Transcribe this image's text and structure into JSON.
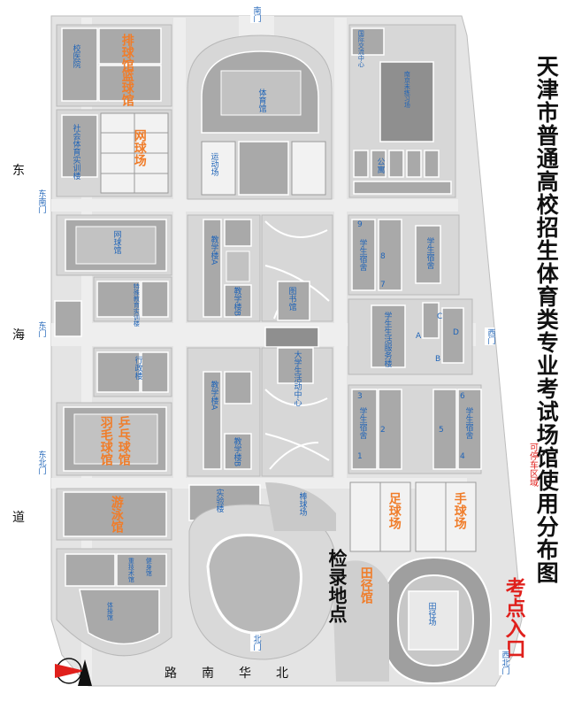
{
  "title": "天津市普通高校招生体育类专业考试场馆使用分布图",
  "exam_entrance": "考点入口",
  "parking": "可停车区域",
  "check_in": "检录地点",
  "roads": {
    "east": [
      "东",
      "海",
      "道"
    ],
    "south": [
      "北",
      "华",
      "南",
      "路"
    ]
  },
  "gates": {
    "south_gate": "南门",
    "east_north_gate": "东南门",
    "east_gate": "东门",
    "east_south_gate": "东北门",
    "west_gate": "西门",
    "north_gate": "北门",
    "west_north_gate": "西北门"
  },
  "venues_orange": {
    "volleyball": "排球馆",
    "basketball": "篮球馆",
    "tennis_court": "网球场",
    "table_tennis": "乒乓球馆",
    "badminton": "羽毛球馆",
    "swimming": "游泳馆",
    "track_hall": "田径馆",
    "football": "足球场",
    "handball": "手球场"
  },
  "labels_blue": {
    "campus_hospital": "校医院",
    "social_sports": "社会体育实训楼",
    "gym": "体育馆",
    "sports_field": "运动场",
    "intl_exchange": "国际交流中心",
    "training_field": "南京未练习场",
    "apartment": "公寓",
    "tennis_hall": "网球馆",
    "teaching_a1": "教学楼A",
    "teaching_b1": "教学楼B",
    "special_training": "特殊教育实训楼",
    "admin": "行政楼",
    "library": "图书馆",
    "student_center": "大学生活动中心",
    "teaching_a2": "教学楼A",
    "teaching_b2": "教学楼B",
    "student_service": "学生生活服务楼",
    "dorm_a": "学生宿舍",
    "dorm_b": "学生宿舍",
    "dorm_c": "学生宿舍",
    "dorm_d": "学生宿舍",
    "experiment": "实验楼",
    "baseball": "棒球场",
    "track_field": "田径场",
    "body_hall": "体操馆",
    "fitness": "健身馆",
    "combat": "重技术馆",
    "letters": [
      "A",
      "B",
      "C",
      "D"
    ],
    "dorm_numbers": [
      "1",
      "2",
      "3",
      "4",
      "5",
      "6",
      "7",
      "8",
      "9"
    ]
  }
}
